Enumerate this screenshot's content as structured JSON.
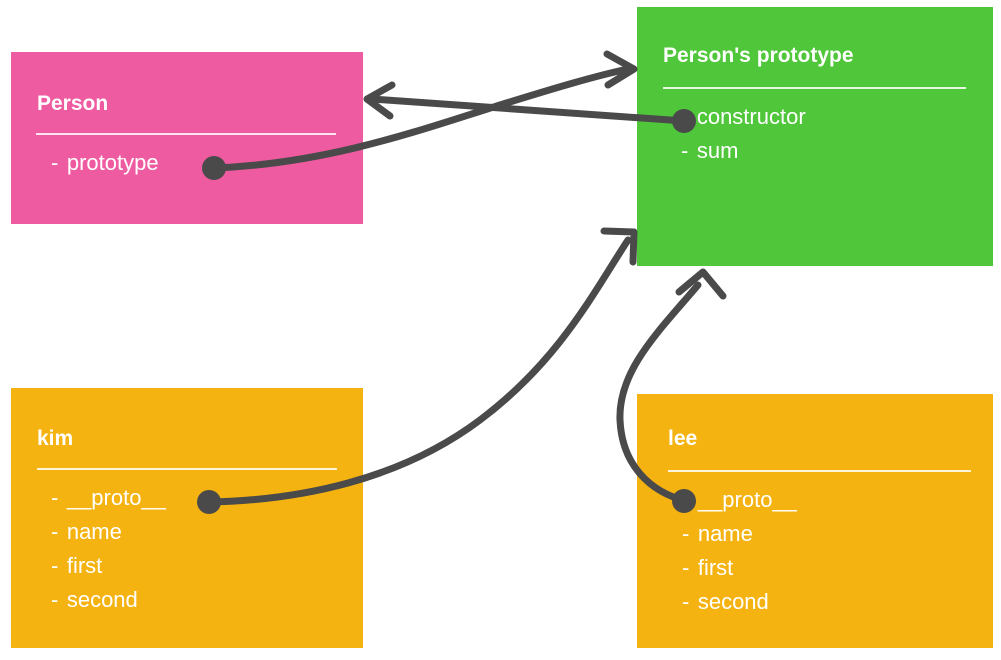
{
  "diagram": {
    "title": "JavaScript prototype chain diagram",
    "background": "#ffffff",
    "edge_color": "#4a4a4a"
  },
  "colors": {
    "person": "#ef5ba1",
    "prototype": "#50c73a",
    "instance": "#f5b312",
    "text": "#ffffff",
    "edge": "#4a4a4a"
  },
  "nodes": {
    "person": {
      "title": "Person",
      "color": "#ef5ba1",
      "members": [
        {
          "dash": "-",
          "label": "prototype",
          "has_marker": true
        }
      ]
    },
    "prototype": {
      "title": "Person's prototype",
      "color": "#50c73a",
      "members": [
        {
          "dash": "-",
          "label": "constructor",
          "has_marker": true
        },
        {
          "dash": "-",
          "label": "sum",
          "has_marker": false
        }
      ]
    },
    "kim": {
      "title": "kim",
      "color": "#f5b312",
      "members": [
        {
          "dash": "-",
          "label": "__proto__",
          "has_marker": true
        },
        {
          "dash": "-",
          "label": "name",
          "has_marker": false
        },
        {
          "dash": "-",
          "label": "first",
          "has_marker": false
        },
        {
          "dash": "-",
          "label": "second",
          "has_marker": false
        }
      ]
    },
    "lee": {
      "title": "lee",
      "color": "#f5b312",
      "members": [
        {
          "dash": "-",
          "label": "__proto__",
          "has_marker": true
        },
        {
          "dash": "-",
          "label": "name",
          "has_marker": false
        },
        {
          "dash": "-",
          "label": "first",
          "has_marker": false
        },
        {
          "dash": "-",
          "label": "second",
          "has_marker": false
        }
      ]
    }
  },
  "edges": [
    {
      "id": "person-prototype-to-proto",
      "from": "person.prototype",
      "to": "prototype",
      "direction": "right",
      "arrowhead": "Person's prototype (left edge, top)"
    },
    {
      "id": "proto-constructor-to-person",
      "from": "prototype.constructor",
      "to": "person",
      "direction": "left",
      "arrowhead": "Person (right edge)"
    },
    {
      "id": "kim-proto-to-proto",
      "from": "kim.__proto__",
      "to": "prototype",
      "direction": "up-right",
      "arrowhead": "Person's prototype (bottom-left corner)"
    },
    {
      "id": "lee-proto-to-proto",
      "from": "lee.__proto__",
      "to": "prototype",
      "direction": "up",
      "arrowhead": "Person's prototype (bottom edge)"
    }
  ]
}
